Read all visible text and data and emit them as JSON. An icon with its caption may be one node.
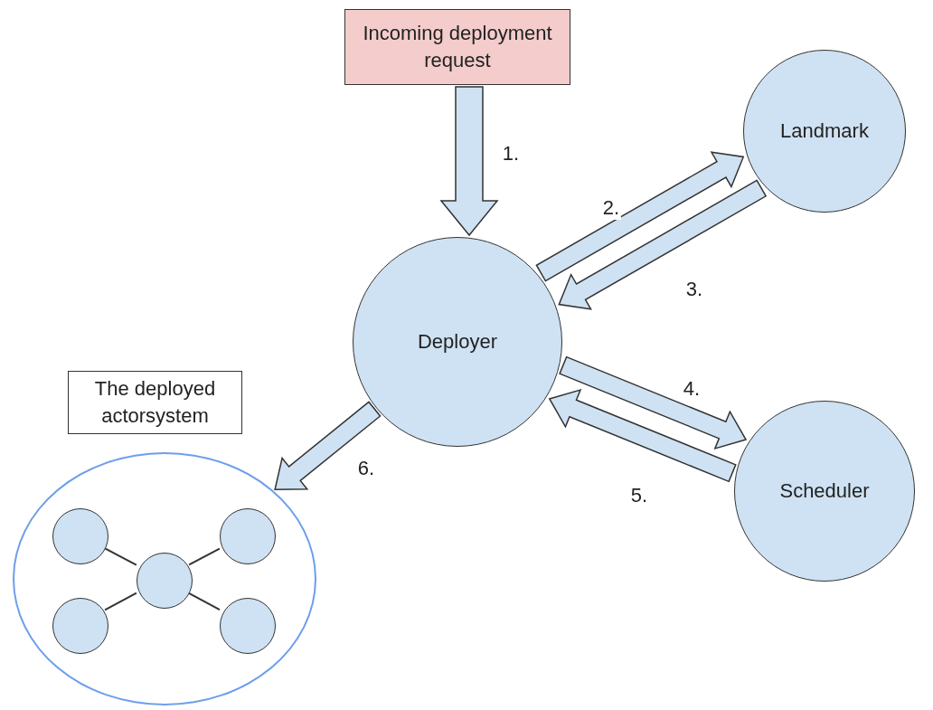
{
  "diagram": {
    "nodes": [
      {
        "text": [
          "Incoming deployment request"
        ]
      },
      {
        "text": [
          "Landmark"
        ]
      },
      {
        "text": [
          "Deployer"
        ]
      },
      {
        "text": [
          "Scheduler"
        ]
      },
      {
        "text": [
          "The deployed actorsystem"
        ]
      },
      {
        "text": [],
        "shape": "ellipse"
      },
      {
        "text": [],
        "shape": "circle",
        "in": 5
      },
      {
        "text": [],
        "shape": "circle",
        "in": 5
      },
      {
        "text": [],
        "shape": "circle",
        "in": 5
      },
      {
        "text": [],
        "shape": "circle",
        "in": 5
      },
      {
        "text": [],
        "shape": "circle",
        "in": 5
      }
    ],
    "edges": [
      {
        "from": 0,
        "to": 2,
        "arrow": "to",
        "label": "1.",
        "style": "thick"
      },
      {
        "from": 2,
        "to": 1,
        "arrow": "to",
        "label": "2.",
        "style": "thick"
      },
      {
        "from": 1,
        "to": 2,
        "arrow": "to",
        "label": "3.",
        "style": "thick"
      },
      {
        "from": 2,
        "to": 3,
        "arrow": "to",
        "label": "4.",
        "style": "thick"
      },
      {
        "from": 3,
        "to": 2,
        "arrow": "to",
        "label": "5.",
        "style": "thick"
      },
      {
        "from": 2,
        "to": 5,
        "arrow": "to",
        "label": "6.",
        "style": "thick"
      },
      {
        "from": 8,
        "to": 6,
        "arrow": "none"
      },
      {
        "from": 8,
        "to": 7,
        "arrow": "none"
      },
      {
        "from": 8,
        "to": 9,
        "arrow": "none"
      },
      {
        "from": 8,
        "to": 10,
        "arrow": "none"
      }
    ]
  }
}
